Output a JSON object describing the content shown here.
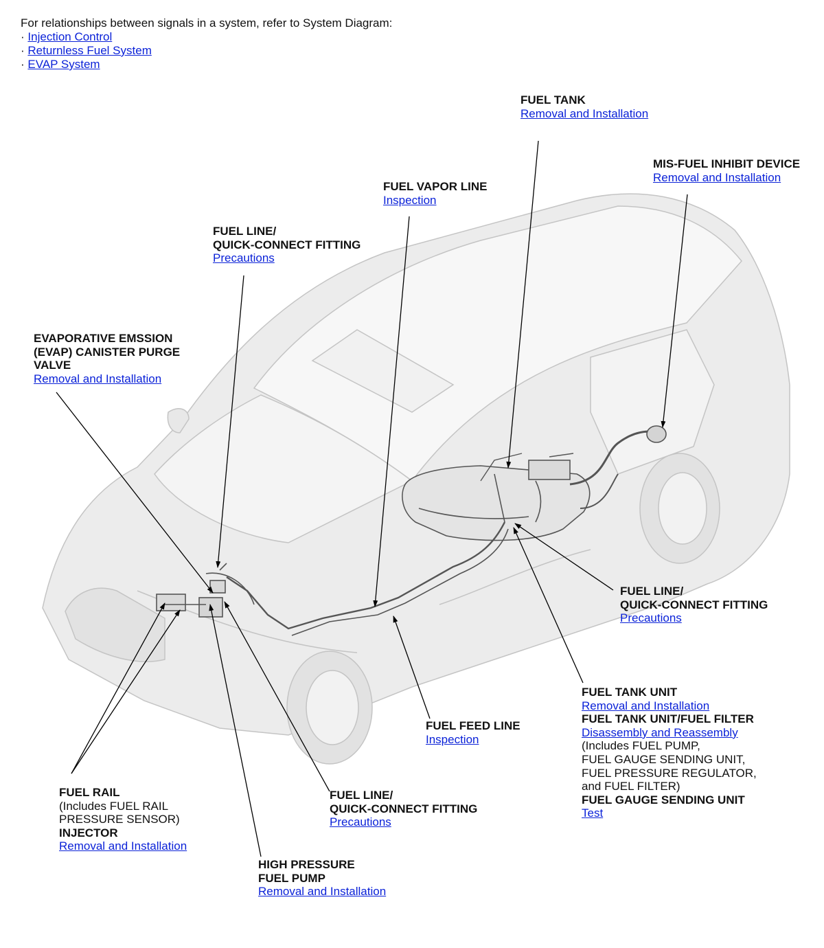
{
  "intro": {
    "text": "For relationships between signals in a system, refer to System Diagram:",
    "bullet": "·",
    "links": [
      "Injection Control",
      "Returnless Fuel System",
      "EVAP System"
    ]
  },
  "callouts": {
    "fuel_tank": {
      "heading": [
        "FUEL TANK"
      ],
      "link": "Removal and Installation"
    },
    "mis_fuel": {
      "heading": [
        "MIS-FUEL INHIBIT DEVICE"
      ],
      "link": "Removal and Installation"
    },
    "vapor_line": {
      "heading": [
        "FUEL VAPOR LINE"
      ],
      "link": "Inspection"
    },
    "qc_top": {
      "heading": [
        "FUEL LINE/",
        "QUICK-CONNECT FITTING"
      ],
      "link": "Precautions"
    },
    "evap_valve": {
      "heading": [
        "EVAPORATIVE EMSSION",
        "(EVAP) CANISTER PURGE",
        "VALVE"
      ],
      "link": "Removal and Installation"
    },
    "qc_right": {
      "heading": [
        "FUEL LINE/",
        "QUICK-CONNECT FITTING"
      ],
      "link": "Precautions"
    },
    "tank_unit": {
      "heading1": "FUEL TANK UNIT",
      "link1": "Removal and Installation",
      "heading2": "FUEL TANK UNIT/FUEL FILTER",
      "link2": "Disassembly and Reassembly",
      "notes": [
        "(Includes FUEL PUMP,",
        "FUEL GAUGE SENDING UNIT,",
        "FUEL PRESSURE REGULATOR,",
        "and FUEL FILTER)"
      ],
      "heading3": "FUEL GAUGE SENDING UNIT",
      "link3": "Test"
    },
    "feed_line": {
      "heading": [
        "FUEL FEED LINE"
      ],
      "link": "Inspection"
    },
    "fuel_rail": {
      "heading1": "FUEL RAIL",
      "notes": [
        "(Includes FUEL RAIL",
        "PRESSURE SENSOR)"
      ],
      "heading2": "INJECTOR",
      "link": "Removal and Installation"
    },
    "qc_bottom": {
      "heading": [
        "FUEL LINE/",
        "QUICK-CONNECT FITTING"
      ],
      "link": "Precautions"
    },
    "hp_pump": {
      "heading": [
        "HIGH PRESSURE",
        "FUEL PUMP"
      ],
      "link": "Removal and Installation"
    }
  },
  "colors": {
    "link": "#0b22d8",
    "text": "#111111",
    "vehicle_fill": "#ececec",
    "vehicle_line": "#c4c4c4",
    "component_line": "#555555",
    "leader": "#000000"
  }
}
